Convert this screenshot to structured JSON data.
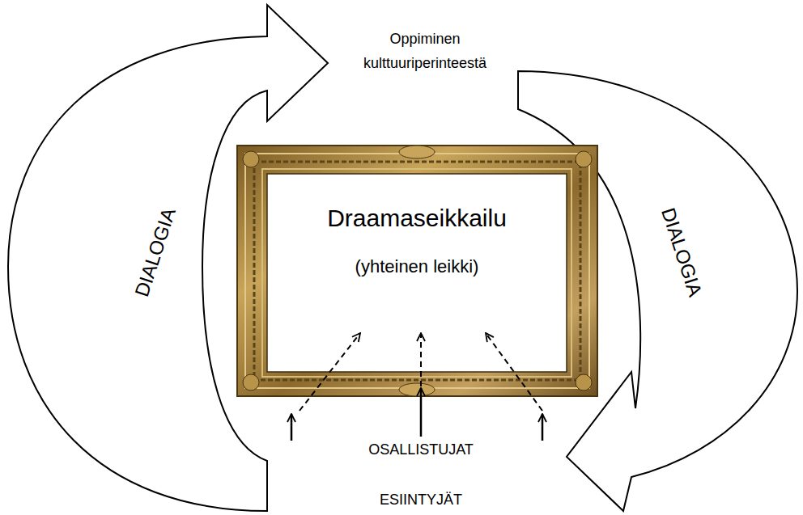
{
  "diagram": {
    "nodes": [
      {
        "text": [
          "Draamaseikkailu",
          "(yhteinen leikki)"
        ]
      }
    ],
    "labels": [
      "Oppiminen kulttuuriperinteestä",
      "DIALOGIA",
      "DIALOGIA",
      "OSALLISTUJAT",
      "ESIINTYJÄT"
    ]
  }
}
